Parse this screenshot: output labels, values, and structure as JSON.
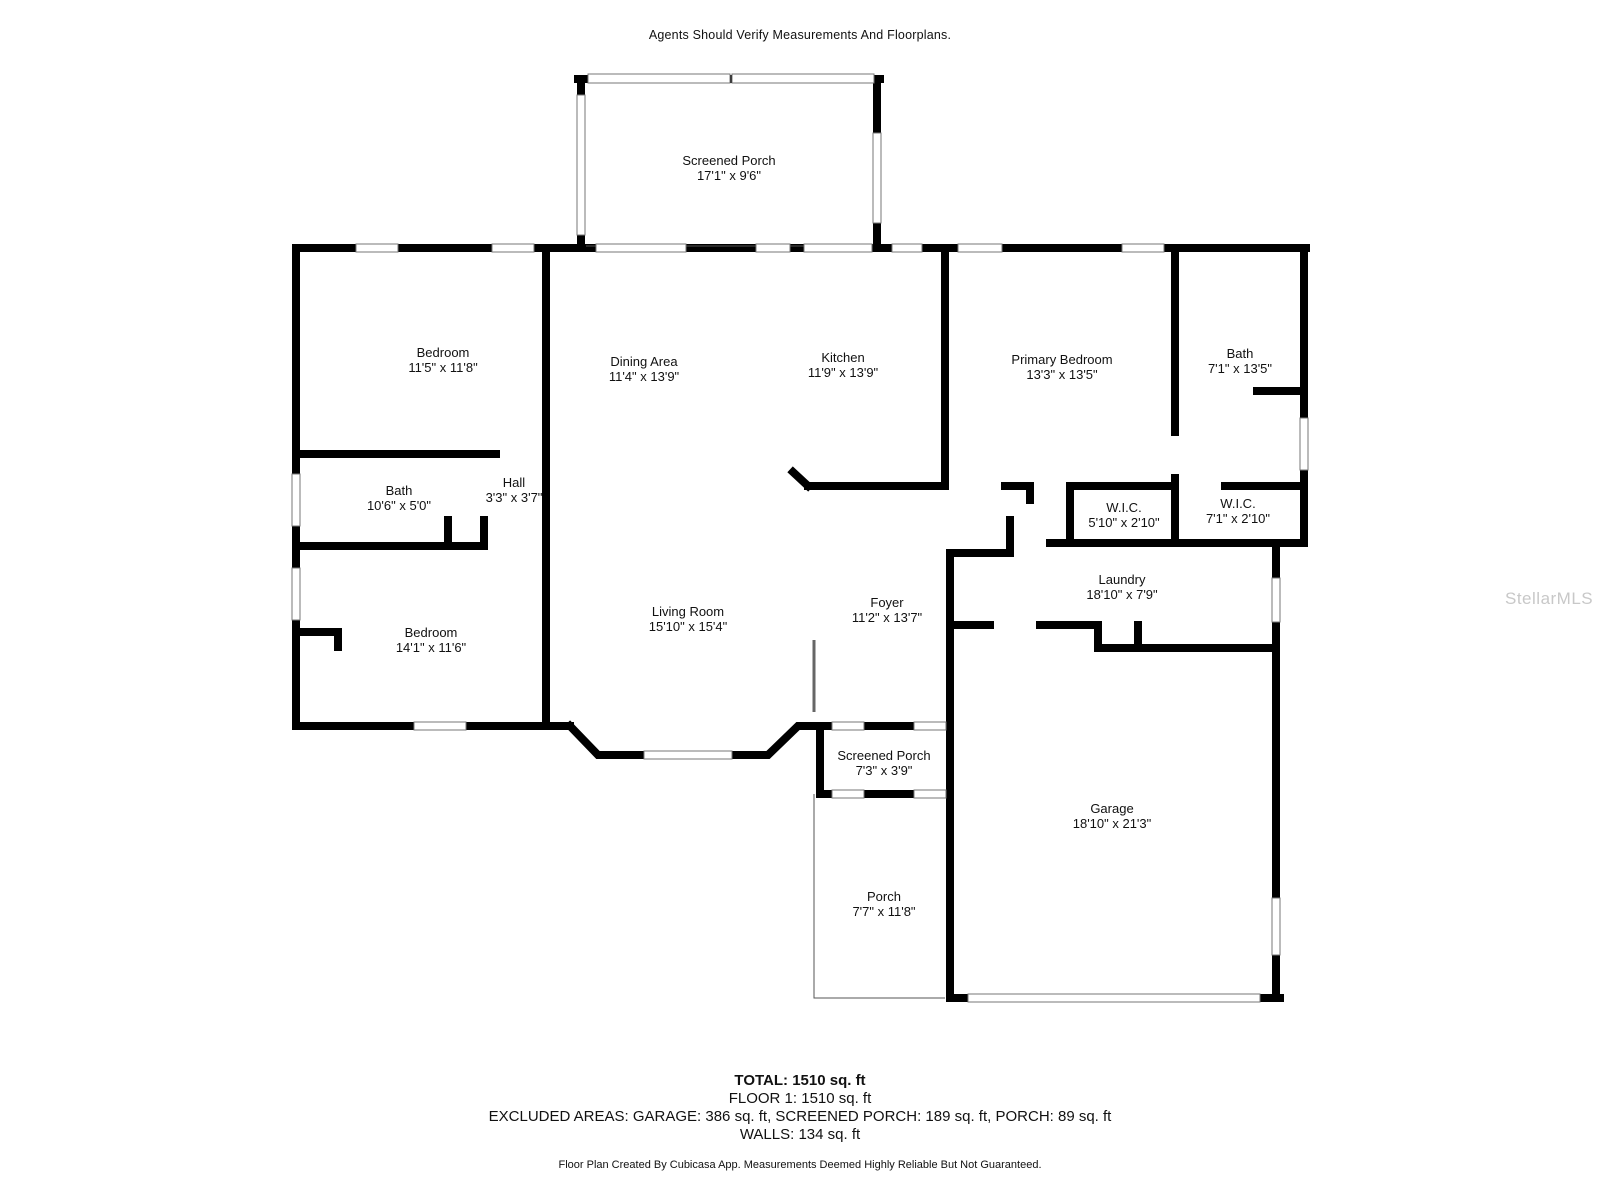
{
  "header": {
    "note": "Agents Should Verify Measurements And Floorplans."
  },
  "rooms": {
    "screened_porch_top": {
      "name": "Screened Porch",
      "dims": "17'1\" x 9'6\""
    },
    "bedroom_1": {
      "name": "Bedroom",
      "dims": "11'5\" x 11'8\""
    },
    "dining_area": {
      "name": "Dining Area",
      "dims": "11'4\" x 13'9\""
    },
    "kitchen": {
      "name": "Kitchen",
      "dims": "11'9\" x 13'9\""
    },
    "primary_bedroom": {
      "name": "Primary Bedroom",
      "dims": "13'3\" x 13'5\""
    },
    "bath_primary": {
      "name": "Bath",
      "dims": "7'1\" x 13'5\""
    },
    "bath_hall": {
      "name": "Bath",
      "dims": "10'6\" x 5'0\""
    },
    "hall": {
      "name": "Hall",
      "dims": "3'3\" x 3'7\""
    },
    "wic_1": {
      "name": "W.I.C.",
      "dims": "5'10\" x 2'10\""
    },
    "wic_2": {
      "name": "W.I.C.",
      "dims": "7'1\" x 2'10\""
    },
    "laundry": {
      "name": "Laundry",
      "dims": "18'10\" x 7'9\""
    },
    "living_room": {
      "name": "Living Room",
      "dims": "15'10\" x 15'4\""
    },
    "foyer": {
      "name": "Foyer",
      "dims": "11'2\" x 13'7\""
    },
    "bedroom_2": {
      "name": "Bedroom",
      "dims": "14'1\" x 11'6\""
    },
    "screened_porch_front": {
      "name": "Screened Porch",
      "dims": "7'3\" x 3'9\""
    },
    "garage": {
      "name": "Garage",
      "dims": "18'10\" x 21'3\""
    },
    "porch": {
      "name": "Porch",
      "dims": "7'7\" x 11'8\""
    }
  },
  "totals": {
    "total": "TOTAL: 1510 sq. ft",
    "floor1": "FLOOR 1: 1510 sq. ft",
    "excluded": "EXCLUDED AREAS: GARAGE: 386 sq. ft, SCREENED PORCH: 189 sq. ft, PORCH: 89 sq. ft",
    "walls": "WALLS: 134 sq. ft"
  },
  "footer": {
    "note": "Floor Plan Created By Cubicasa App. Measurements Deemed Highly Reliable But Not Guaranteed."
  },
  "watermark": "StellarMLS",
  "colors": {
    "wall": "#000000",
    "window": "#ffffff",
    "background": "#ffffff"
  }
}
